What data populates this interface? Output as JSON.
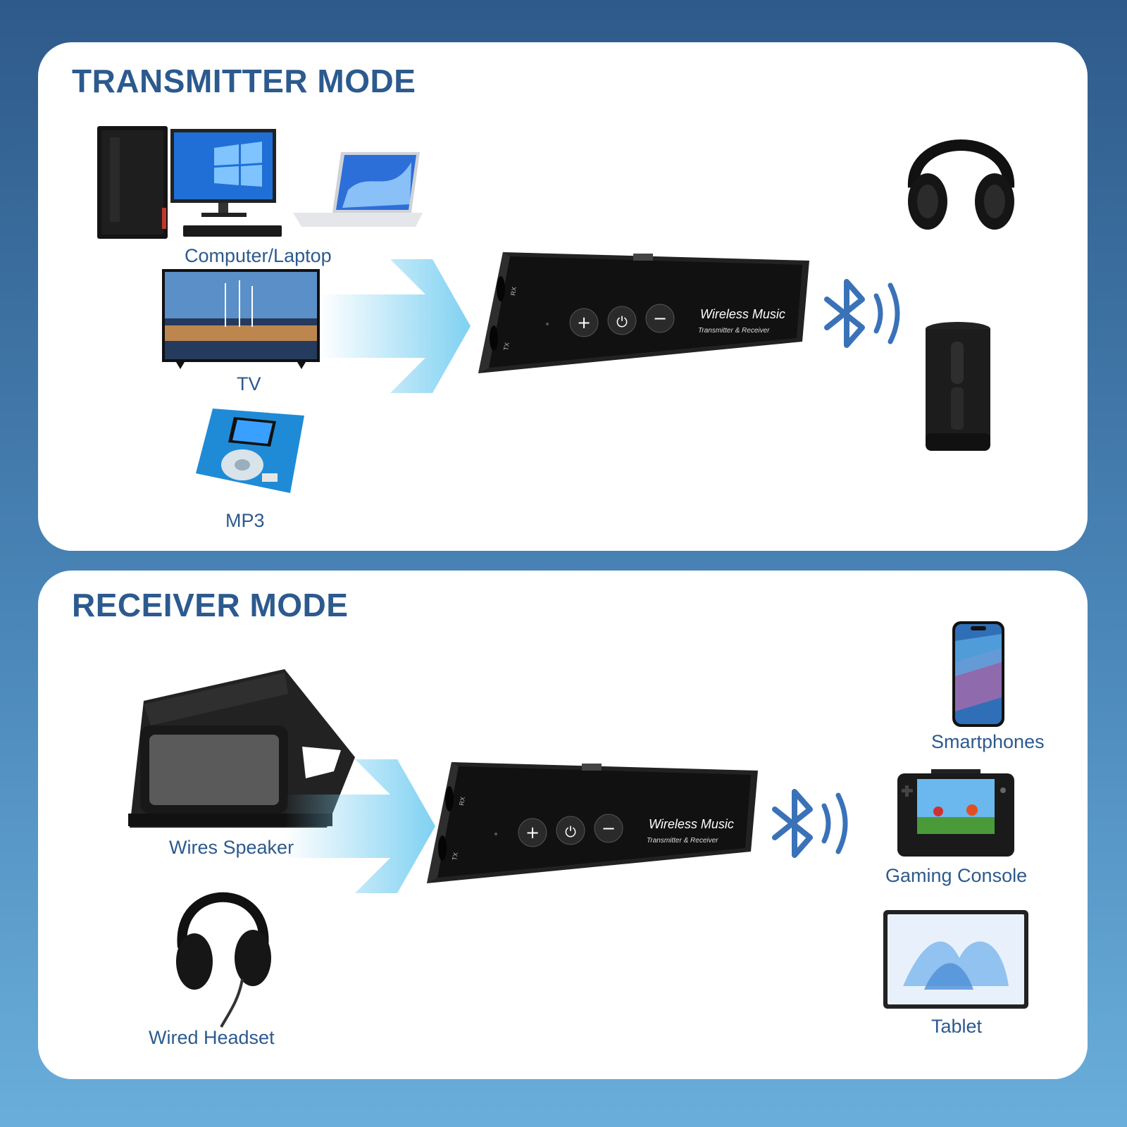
{
  "transmitter": {
    "title": "TRANSMITTER MODE",
    "sources": [
      "Computer/Laptop",
      "TV",
      "MP3"
    ]
  },
  "receiver": {
    "title": "RECEIVER MODE",
    "sources": [
      "Wires Speaker",
      "Wired Headset"
    ],
    "devices": [
      "Smartphones",
      "Gaming Console",
      "Tablet"
    ]
  },
  "device": {
    "brand": "Wireless Music",
    "subtitle": "Transmitter & Receiver",
    "port_rx": "RX",
    "port_tx": "TX",
    "buttons": [
      "+",
      "⏻",
      "−"
    ]
  },
  "colors": {
    "accent": "#2c5a8e",
    "bluetooth": "#3a72b8",
    "arrow": "#7fd1f2"
  },
  "icons": [
    "desktop-pc-icon",
    "laptop-icon",
    "tv-icon",
    "mp3-player-icon",
    "headphones-icon",
    "speaker-icon",
    "bluetooth-icon",
    "smartphone-icon",
    "gaming-console-icon",
    "tablet-icon"
  ]
}
